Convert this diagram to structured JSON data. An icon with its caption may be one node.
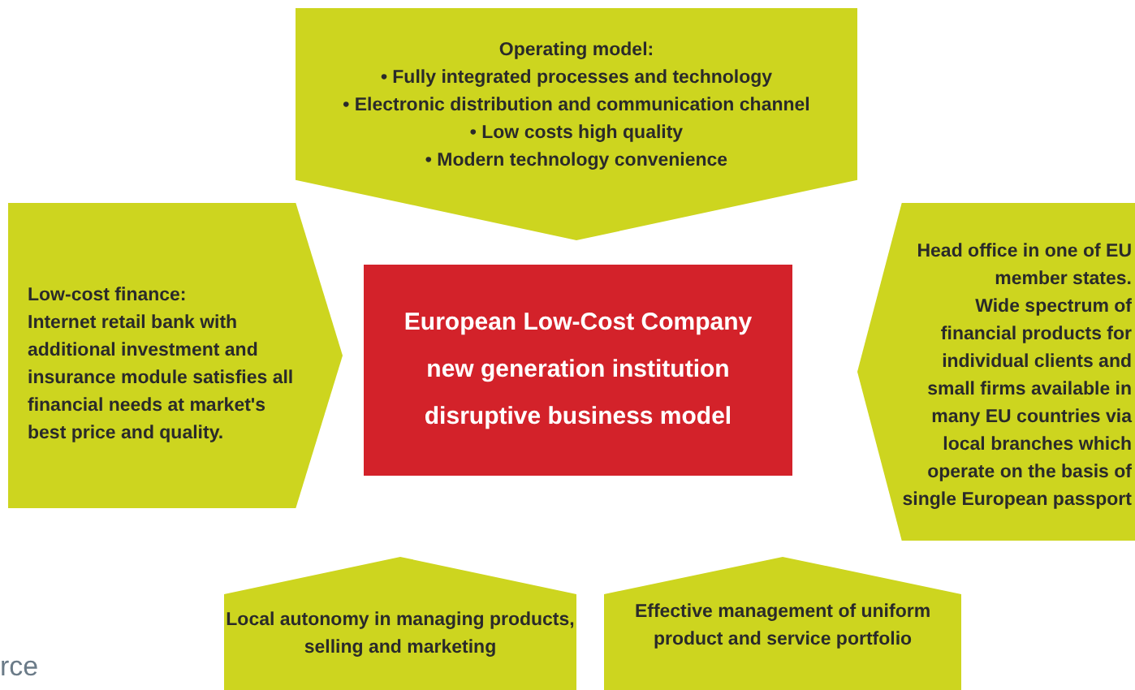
{
  "diagram": {
    "nodes": [
      {
        "text": [
          "Operating model:",
          "• Fully integrated processes and technology",
          "• Electronic distribution and communication channel",
          "• Low costs  high quality",
          "• Modern technology  convenience"
        ]
      },
      {
        "text": [
          "Low-cost finance:",
          "Internet retail bank with additional investment and insurance module satisfies all financial needs at market's best price and quality."
        ]
      },
      {
        "text": [
          "European Low-Cost Company",
          "new generation institution",
          "disruptive business model"
        ]
      },
      {
        "text": [
          "Head office in one of EU member states.",
          "Wide spectrum of financial products for individual clients and small firms available in many EU countries via local branches which operate on the basis of single European passport"
        ]
      },
      {
        "text": [
          "Local autonomy in managing products, selling and marketing"
        ]
      },
      {
        "text": [
          "Effective management of uniform product and service portfolio"
        ]
      }
    ],
    "labels": [
      "rce"
    ]
  }
}
